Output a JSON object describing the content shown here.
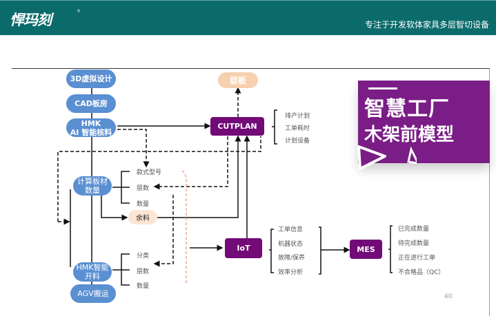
{
  "header": {
    "logo": "悍玛刻",
    "registered_mark": "®",
    "tagline": "专注于开发软体家具多层智切设备"
  },
  "banner": {
    "line1": "智慧工厂",
    "line2": "木架前模型"
  },
  "nodes": {
    "design_3d": "3D虚拟设计",
    "cad": "CAD板房",
    "hmk_ai_line1": "HMK",
    "hmk_ai_line2": "AI 智能核料",
    "calc_line1": "计算板材",
    "calc_line2": "数量",
    "hmk_cut_line1": "HMK智能",
    "hmk_cut_line2": "开料",
    "agv": "AGV搬运",
    "layer_board": "层板",
    "cutplan": "CUTPLAN",
    "remnant": "余料",
    "iot": "IoT",
    "mes": "MES"
  },
  "cutplan_outputs": [
    "排产计划",
    "工单耗时",
    "计划设备"
  ],
  "calc_outputs": [
    "款式型号",
    "层数",
    "数量"
  ],
  "cut_outputs": [
    "分类",
    "层数",
    "数量"
  ],
  "iot_outputs": [
    "工单信息",
    "机器状态",
    "故障/保养",
    "效率分析"
  ],
  "mes_outputs": [
    "已完成数量",
    "待完成数量",
    "正在进行工单",
    "不合格品（QC）"
  ],
  "page_number": "40",
  "colors": {
    "header_bg": "#0b6b6b",
    "node_blue": "#5a8fd1",
    "node_purple": "#720a77",
    "node_peach": "#f7d0b0",
    "banner_purple": "#7a1d86"
  }
}
